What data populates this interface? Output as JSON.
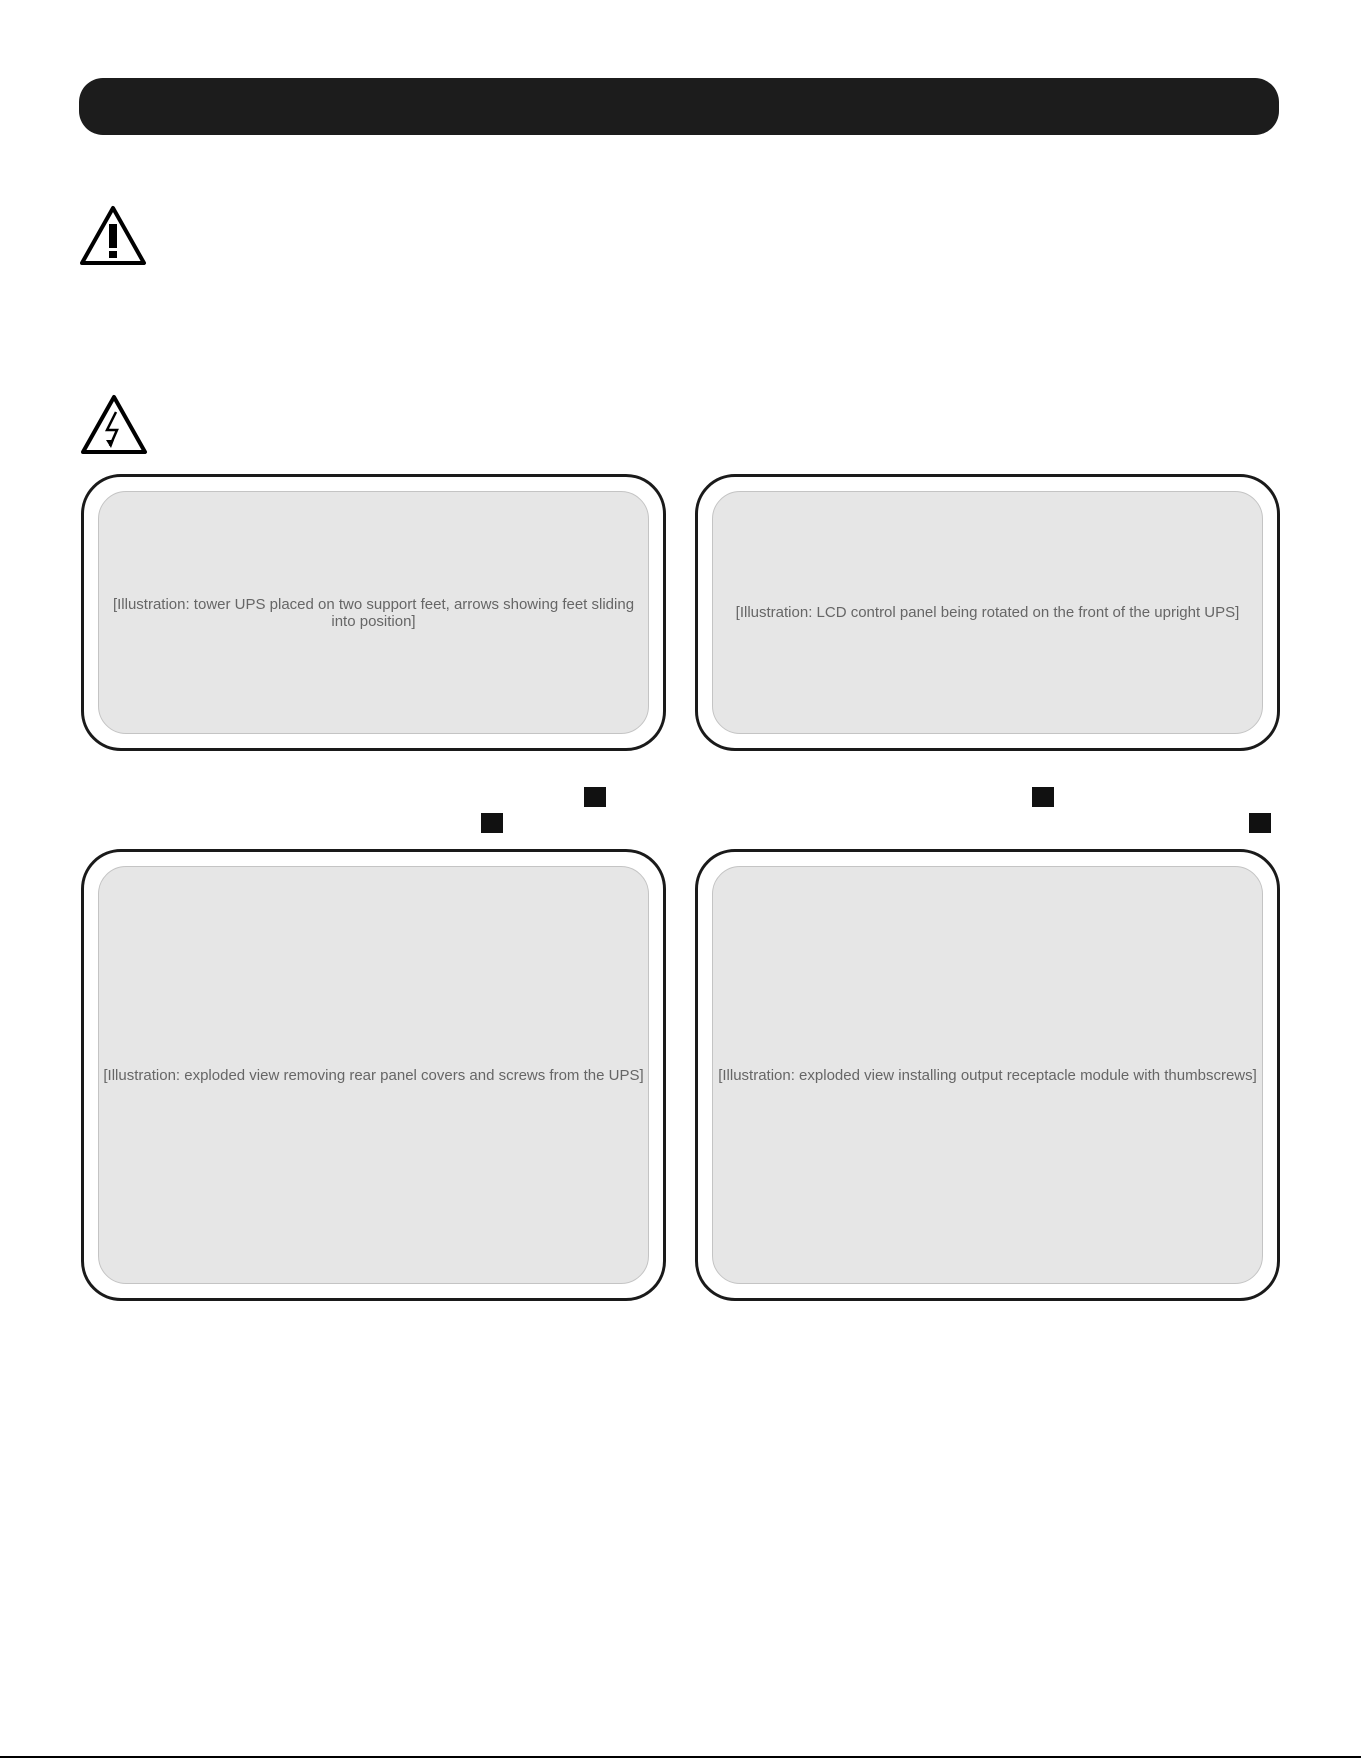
{
  "images": {
    "panel_1": "[Illustration: tower UPS placed on two support feet, arrows showing feet sliding into position]",
    "panel_2": "[Illustration: LCD control panel being rotated on the front of the upright UPS]",
    "panel_3": "[Illustration: exploded view removing rear panel covers and screws from the UPS]",
    "panel_4": "[Illustration: exploded view installing output receptacle module with thumbscrews]"
  },
  "colors": {
    "header_bar": "#1c1c1c",
    "panel_border": "#1a1a1a",
    "badge": "#111111"
  },
  "icons": [
    "warning-triangle-icon",
    "electric-shock-icon"
  ]
}
